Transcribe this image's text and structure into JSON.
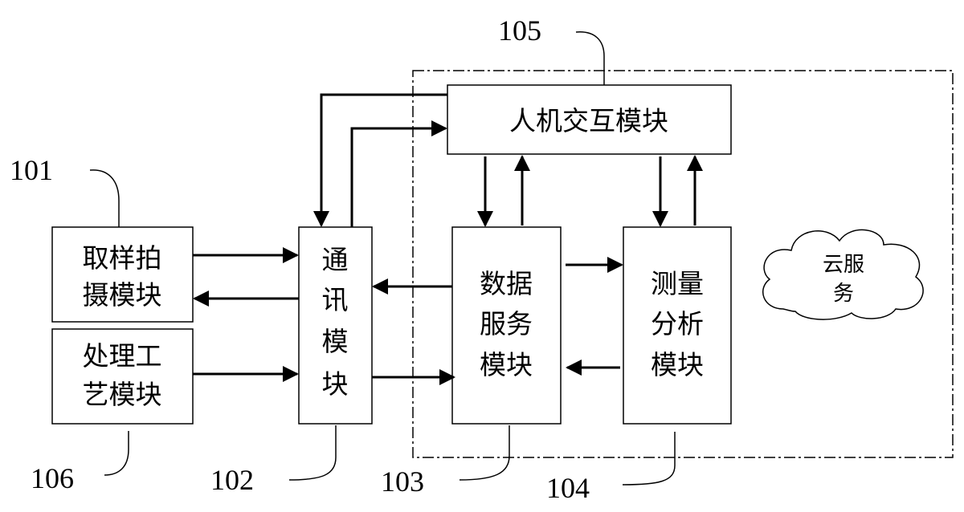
{
  "modules": {
    "sampling": {
      "line1": "取样拍",
      "line2": "摄模块"
    },
    "processing": {
      "line1": "处理工",
      "line2": "艺模块"
    },
    "communication": {
      "line1": "通",
      "line2": "讯",
      "line3": "模",
      "line4": "块"
    },
    "data_service": {
      "line1": "数据",
      "line2": "服务",
      "line3": "模块"
    },
    "measurement": {
      "line1": "测量",
      "line2": "分析",
      "line3": "模块"
    },
    "hmi": {
      "label": "人机交互模块"
    },
    "cloud": {
      "line1": "云服",
      "line2": "务"
    }
  },
  "labels": {
    "n101": "101",
    "n102": "102",
    "n103": "103",
    "n104": "104",
    "n105": "105",
    "n106": "106"
  }
}
